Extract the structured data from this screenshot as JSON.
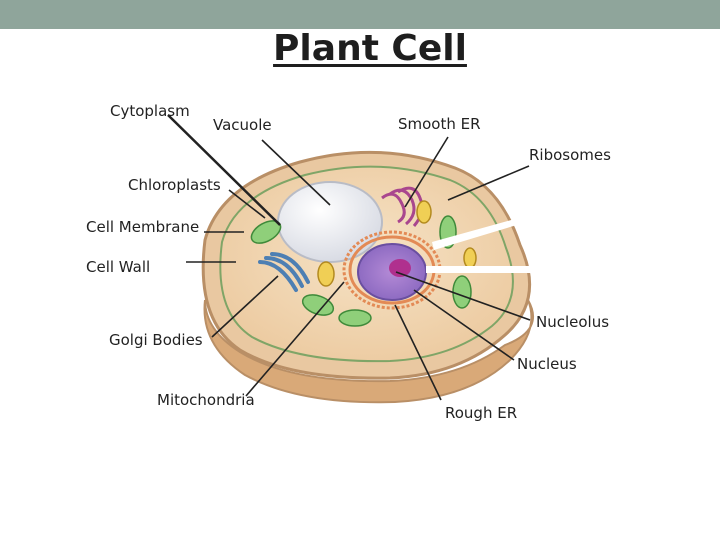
{
  "slide": {
    "title": "Plant Cell",
    "header_color": "#8fa59b"
  },
  "labels": {
    "cytoplasm": "Cytoplasm",
    "vacuole": "Vacuole",
    "smooth_er": "Smooth ER",
    "ribosomes": "Ribosomes",
    "chloroplasts": "Chloroplasts",
    "cell_membrane": "Cell Membrane",
    "cell_wall": "Cell Wall",
    "golgi_bodies": "Golgi Bodies",
    "mitochondria": "Mitochondria",
    "nucleolus": "Nucleolus",
    "nucleus": "Nucleus",
    "rough_er": "Rough ER"
  }
}
